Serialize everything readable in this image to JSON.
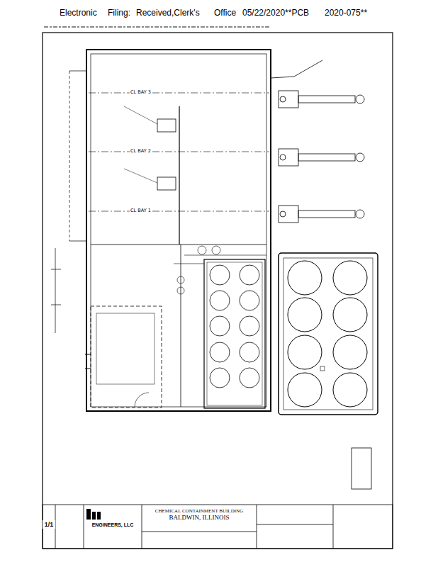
{
  "diagram": {
    "nodes": [
      {
        "text": [
          "CHEMICAL CONTAINMENT BUILDING",
          "BALDWIN, ILLINOIS"
        ]
      },
      {
        "text": [
          "ENGINEERS, LLC"
        ]
      },
      {
        "text": [
          "1/1"
        ]
      }
    ],
    "labels": [
      "Electronic",
      "Filing:",
      "Received,Clerk's",
      "Office",
      "05/22/2020**PCB",
      "2020-075**",
      "CL BAY 3",
      "CL BAY 2",
      "CL BAY 1"
    ]
  }
}
